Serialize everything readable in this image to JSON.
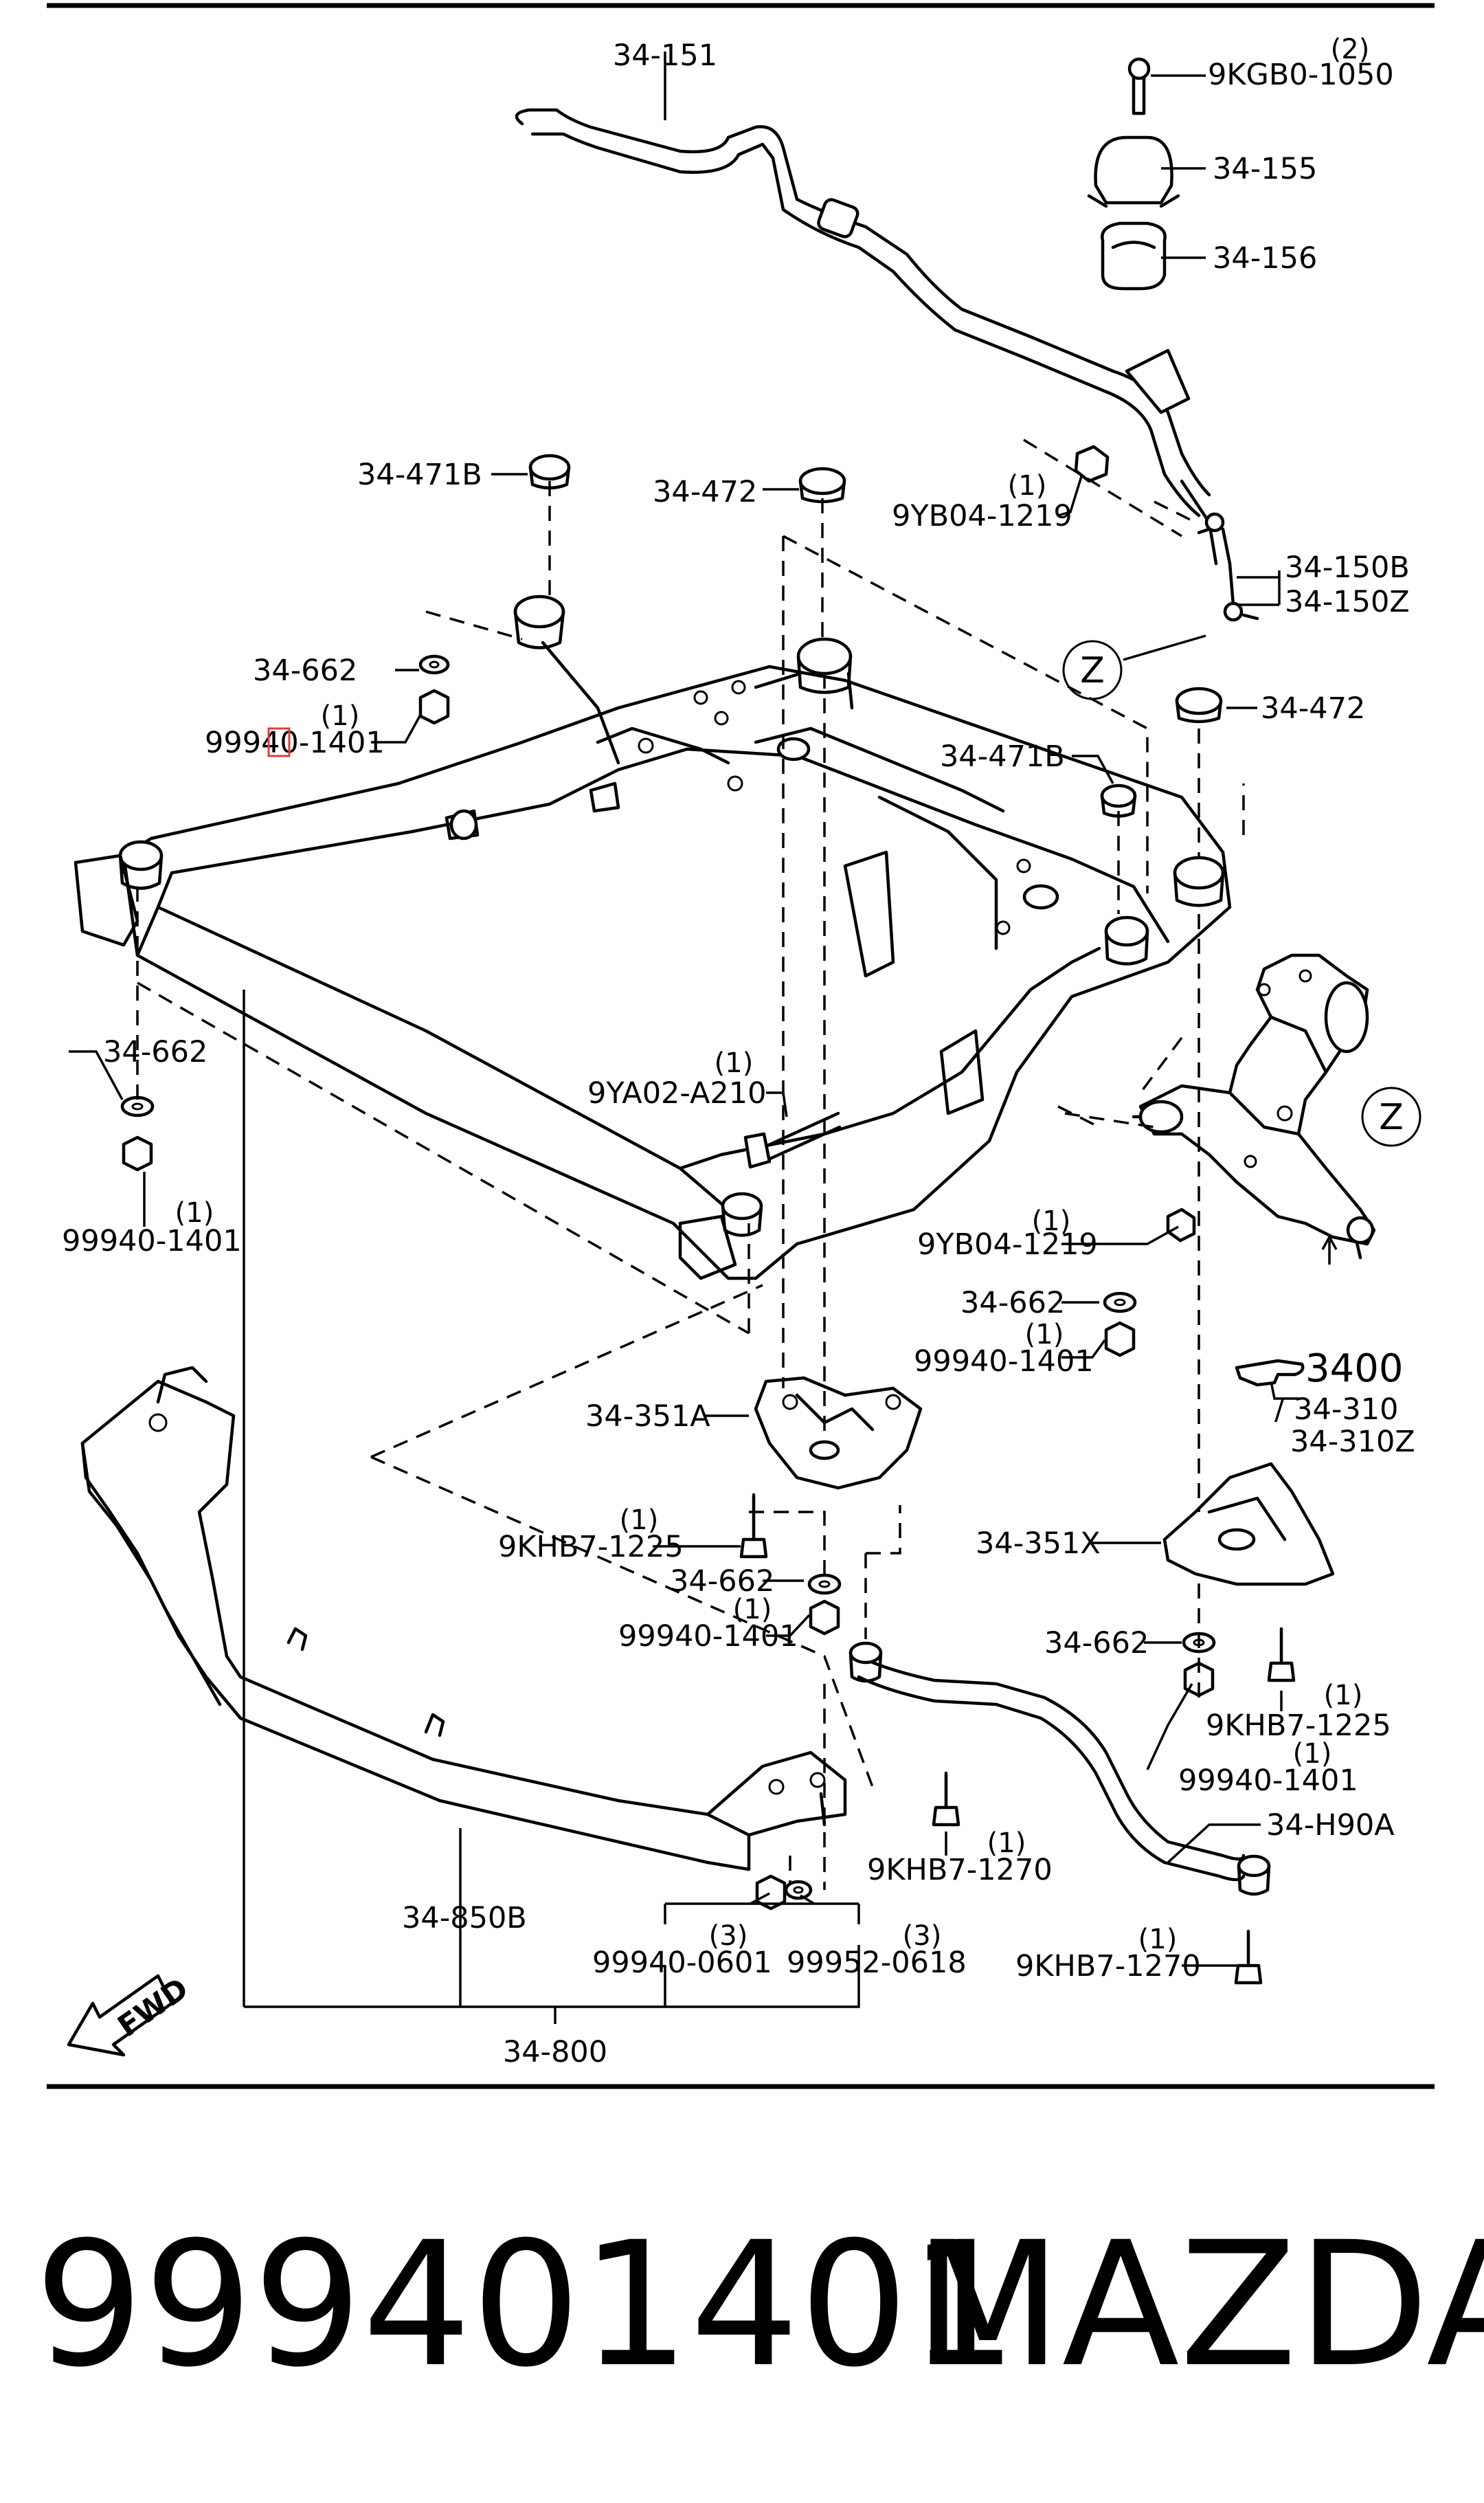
{
  "labels": {
    "l_34_151": "34-151",
    "l_9kgb0_1050": "9KGB0-1050",
    "l_34_155": "34-155",
    "l_34_156": "34-156",
    "l_34_471b_top": "34-471B",
    "l_34_472_top": "34-472",
    "l_9yb04_1219_top": "9YB04-1219",
    "l_34_150b": "34-150B",
    "l_34_150z": "34-150Z",
    "l_34_662_left_top": "34-662",
    "l_99940_1401_left_top": "99940-1401",
    "l_34_472_right": "34-472",
    "l_34_471b_mid": "34-471B",
    "l_34_662_left": "34-662",
    "l_99940_1401_left": "99940-1401",
    "l_9ya02_a210": "9YA02-A210",
    "l_9yb04_1219_mid": "9YB04-1219",
    "l_34_662_mid": "34-662",
    "l_99940_1401_mid": "99940-1401",
    "l_3400": "3400",
    "l_34_310": "/ 34-310",
    "l_34_310z": "34-310Z",
    "l_34_351a": "34-351A",
    "l_9khb7_1225_left": "9KHB7-1225",
    "l_34_662_lower": "34-662",
    "l_99940_1401_lower": "99940-1401",
    "l_34_351x": "34-351X",
    "l_34_662_right_lower": "34-662",
    "l_9khb7_1225_right": "9KHB7-1225",
    "l_99940_1401_right": "99940-1401",
    "l_34_h90a": "34-H90A",
    "l_9khb7_1270_mid": "9KHB7-1270",
    "l_9khb7_1270_right": "9KHB7-1270",
    "l_34_850b": "34-850B",
    "l_99940_0601": "99940-0601",
    "l_99952_0618": "99952-0618",
    "l_34_800": "34-800"
  },
  "quantities": {
    "q_2": "(2)",
    "q_1": "(1)",
    "q_3": "(3)"
  },
  "zone_marker": "Z",
  "fwd": "FWD",
  "footer": {
    "part_number": "999401401",
    "brand": "MAZDA"
  }
}
